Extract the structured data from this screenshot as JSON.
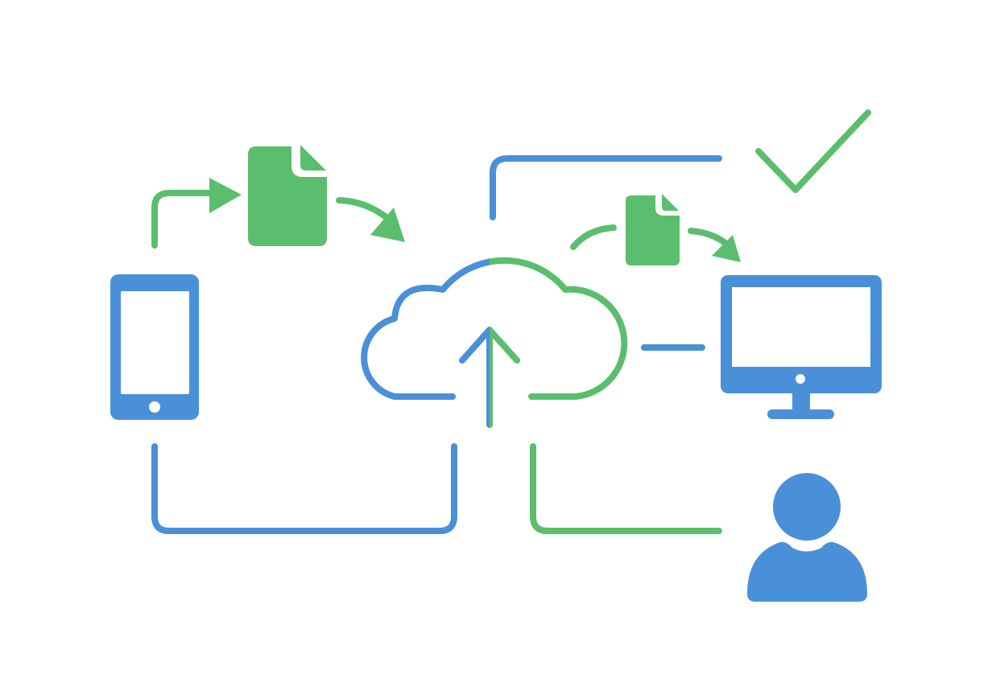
{
  "colors": {
    "primary_blue": "#4A90D9",
    "primary_green": "#5BBE6E",
    "background": "#FFFFFF"
  },
  "nodes": [
    {
      "id": "phone",
      "icon": "smartphone-icon",
      "color": "blue"
    },
    {
      "id": "document-1",
      "icon": "document-icon",
      "color": "green"
    },
    {
      "id": "cloud",
      "icon": "cloud-upload-icon",
      "color": "blue-green"
    },
    {
      "id": "document-2",
      "icon": "document-icon",
      "color": "green"
    },
    {
      "id": "monitor",
      "icon": "desktop-monitor-icon",
      "color": "blue"
    },
    {
      "id": "checkmark",
      "icon": "checkmark-icon",
      "color": "green"
    },
    {
      "id": "user",
      "icon": "user-icon",
      "color": "blue"
    }
  ]
}
